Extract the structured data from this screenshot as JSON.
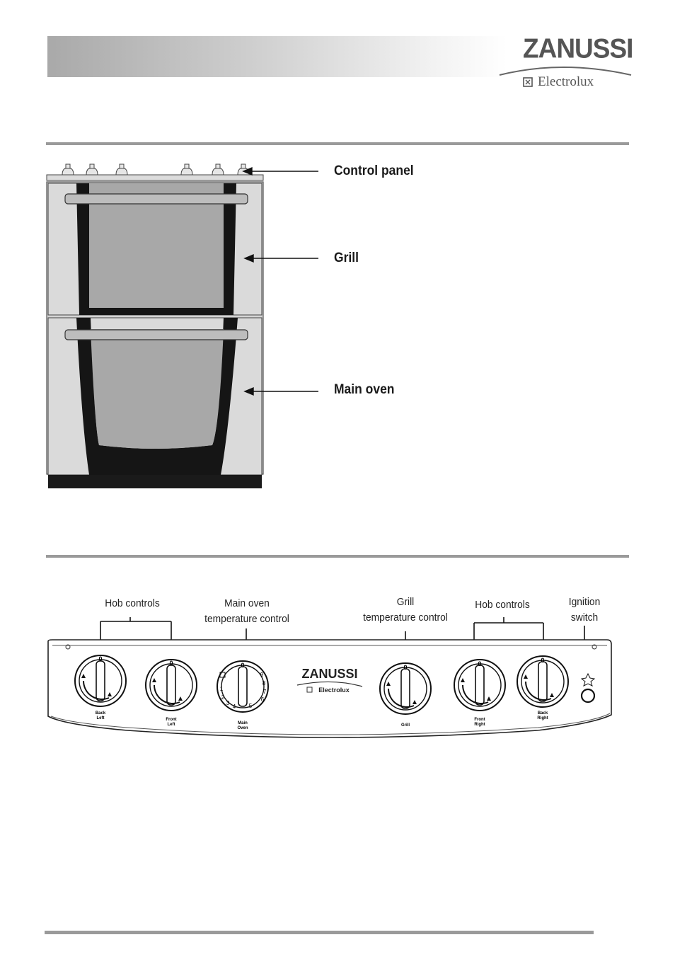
{
  "brand": {
    "name": "ZANUSSI",
    "sub": "Electrolux"
  },
  "cooker_labels": {
    "control_panel": "Control panel",
    "grill": "Grill",
    "main_oven": "Main oven"
  },
  "panel_captions": {
    "hob_left": "Hob controls",
    "main_oven_line1": "Main oven",
    "main_oven_line2": "temperature control",
    "grill_line1": "Grill",
    "grill_line2": "temperature control",
    "hob_right": "Hob controls",
    "ignition_line1": "Ignition",
    "ignition_line2": "switch"
  },
  "knobs": {
    "back_left_1": "Back",
    "back_left_2": "Left",
    "front_left_1": "Front",
    "front_left_2": "Left",
    "main_oven_1": "Main",
    "main_oven_2": "Oven",
    "grill": "Grill",
    "front_right_1": "Front",
    "front_right_2": "Right",
    "back_right_1": "Back",
    "back_right_2": "Right",
    "zero": "0",
    "oven_marks": [
      "1",
      "2",
      "3",
      "4",
      "5",
      "6",
      "7",
      "8",
      "9"
    ]
  },
  "panel_brand": {
    "name": "ZANUSSI",
    "sub": "Electrolux"
  }
}
